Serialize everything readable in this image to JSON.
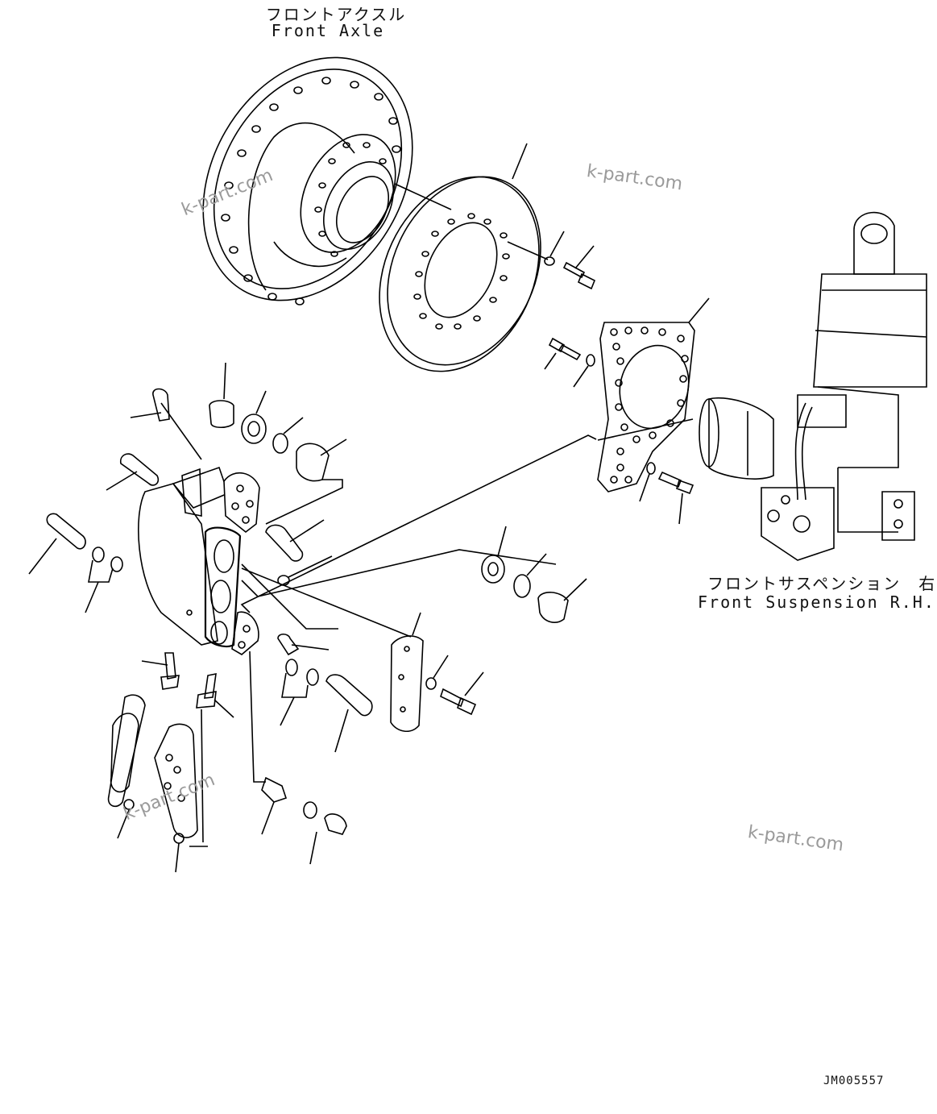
{
  "labels": {
    "front_axle_jp": "フロントアクスル",
    "front_axle_en": "Front Axle",
    "front_suspension_jp": "フロントサスペンション　右",
    "front_suspension_en": "Front Suspension R.H.",
    "drawing_code": "JM005557"
  },
  "watermarks": [
    "k-part.com",
    "k-part.com",
    "k-part.com",
    "k-part.com"
  ]
}
